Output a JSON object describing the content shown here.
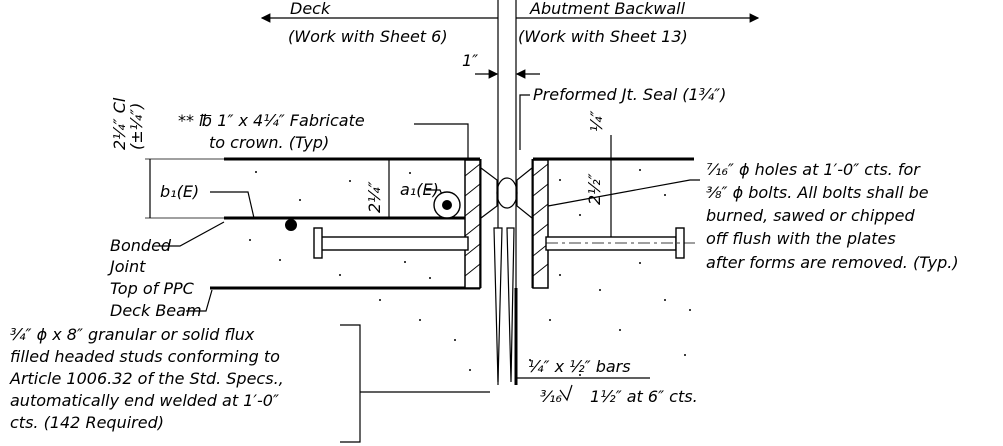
{
  "labels": {
    "deck": "Deck",
    "deck_ref": "(Work with Sheet 6)",
    "abutment": "Abutment Backwall",
    "abutment_ref": "(Work with Sheet 13)",
    "gap": "1″",
    "seal": "Preformed Jt. Seal (1¾″)",
    "plate_line1": "** ℔  1″ x 4¼″ Fabricate",
    "plate_line2": "to crown. (Typ)",
    "clearance": "2¼″ Cl",
    "clearance_tol": "(±¼″)",
    "b1": "b₁(E)",
    "a1": "a₁(E)",
    "dim_deck_plate": "2¼″",
    "dim_abut_plate": "2½″",
    "dim_top": "¼″",
    "bonded_joint": [
      "Bonded",
      "Joint"
    ],
    "top_ppc": [
      "Top of PPC",
      "Deck Beam"
    ],
    "holes_note": [
      "⁷⁄₁₆″ ϕ holes at 1′-0″ cts. for",
      "⅜″ ϕ bolts.  All bolts shall be",
      "burned, sawed or chipped",
      "off flush with the plates",
      "after forms are removed. (Typ.)"
    ],
    "studs_note": [
      "¾″ ϕ x 8″ granular or solid flux",
      "filled headed studs conforming to",
      "Article 1006.32 of the Std. Specs.,",
      "automatically end welded at 1′-0″",
      "cts. (142 Required)"
    ],
    "bars": "¼″ x ½″ bars",
    "weld": "³⁄₁₆",
    "spacing": "1½″ at 6″ cts."
  }
}
